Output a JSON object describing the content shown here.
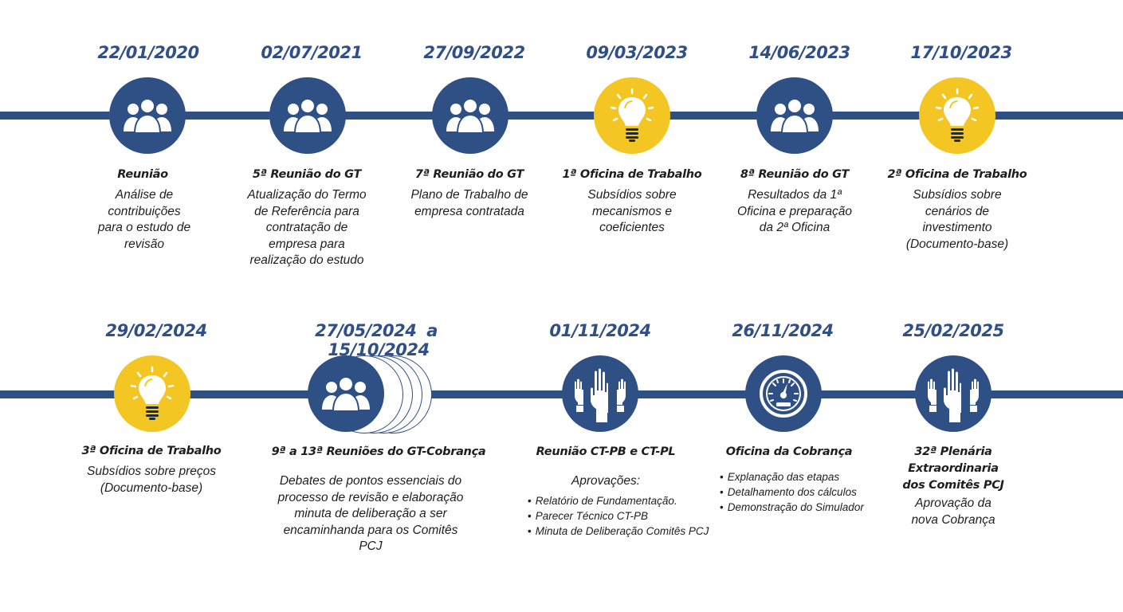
{
  "row1": [
    {
      "date": "22/01/2020",
      "icon": "group-icon",
      "title": "Reunião",
      "desc": "Análise de\ncontribuições\npara o estudo de\nrevisão"
    },
    {
      "date": "02/07/2021",
      "icon": "group-icon",
      "title": "5ª Reunião do GT",
      "desc": "Atualização do Termo\nde Referência para\ncontratação de\nempresa para\nrealização do estudo"
    },
    {
      "date": "27/09/2022",
      "icon": "group-icon",
      "title": "7ª Reunião do GT",
      "desc": "Plano de Trabalho de\nempresa contratada"
    },
    {
      "date": "09/03/2023",
      "icon": "lightbulb-icon",
      "title": "1ª Oficina de Trabalho",
      "desc": "Subsídios sobre\nmecanismos e\ncoeficientes"
    },
    {
      "date": "14/06/2023",
      "icon": "group-icon",
      "title": "8ª Reunião do GT",
      "desc": "Resultados da 1ª\nOficina e preparação\nda 2ª Oficina"
    },
    {
      "date": "17/10/2023",
      "icon": "lightbulb-icon",
      "title": "2ª Oficina de Trabalho",
      "desc": "Subsídios sobre\ncenários de\ninvestimento\n(Documento-base)"
    }
  ],
  "row2": {
    "e1": {
      "date": "29/02/2024",
      "title": "3ª Oficina de Trabalho",
      "desc": "Subsídios sobre preços\n(Documento-base)"
    },
    "e2": {
      "date_start": "27/05/2024",
      "date_sep": "a",
      "date_end": "15/10/2024",
      "title": "9ª a 13ª Reuniões do GT-Cobrança",
      "desc": "Debates de pontos essenciais do\nprocesso de revisão e elaboração\nminuta de deliberação a ser\nencaminhanda para os Comitês\nPCJ"
    },
    "e3": {
      "date": "01/11/2024",
      "title": "Reunião CT-PB e CT-PL",
      "sub": "Aprovações:",
      "bullets": [
        "Relatório de Fundamentação.",
        "Parecer Técnico CT-PB",
        "Minuta de Deliberação Comitês PCJ"
      ]
    },
    "e4": {
      "date": "26/11/2024",
      "title": "Oficina da Cobrança",
      "bullets": [
        "Explanação das etapas",
        "Detalhamento dos cálculos",
        "Demonstração do Simulador"
      ]
    },
    "e5": {
      "date": "25/02/2025",
      "title": "32ª Plenária\nExtraordinaria\ndos Comitês PCJ",
      "desc": "Aprovação da\nnova Cobrança"
    }
  },
  "colors": {
    "blue": "#2f5085",
    "yellow": "#f3c623"
  }
}
